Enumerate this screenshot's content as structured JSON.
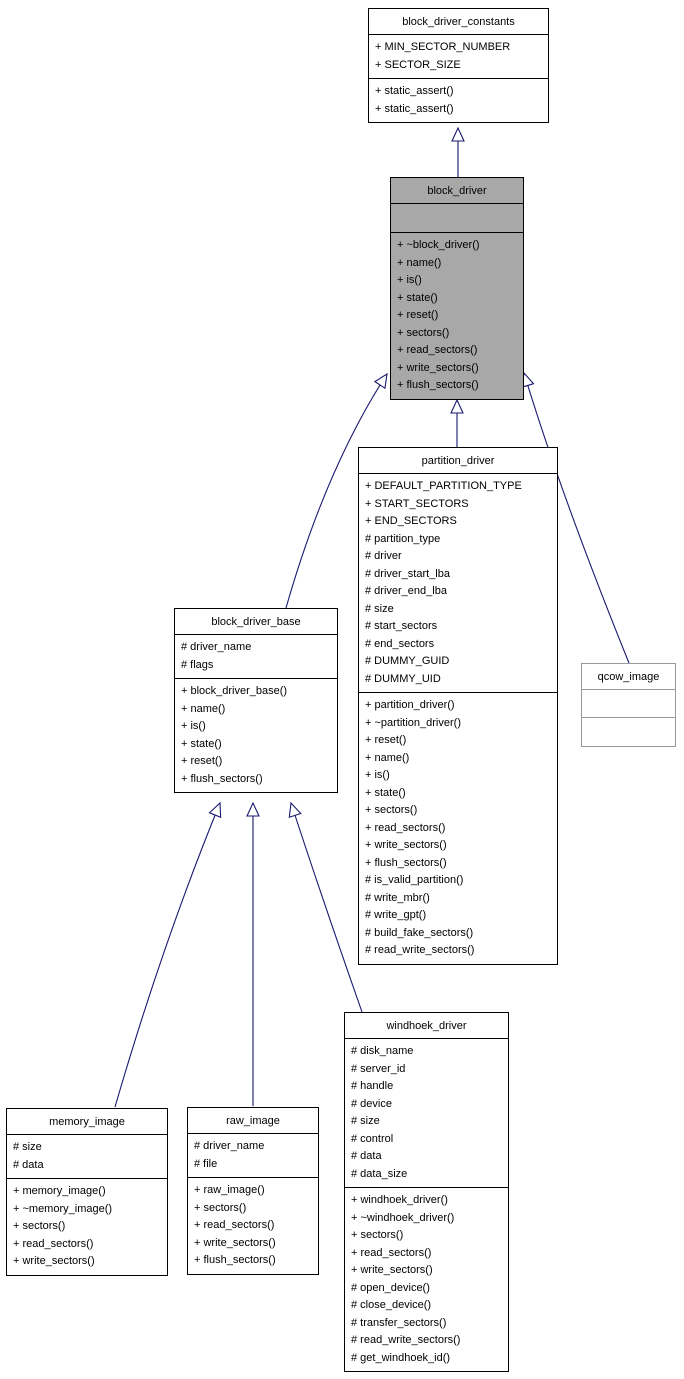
{
  "diagram": {
    "kind": "uml-class-inheritance",
    "colors": {
      "highlight_fill": "#a8a8a8",
      "box_fill": "#ffffff",
      "border": "#000000",
      "external_border": "#9a9a9a",
      "edge": "#191970"
    },
    "classes": [
      {
        "id": "block_driver_constants",
        "name": "block_driver_constants",
        "attributes": [
          "+ MIN_SECTOR_NUMBER",
          "+ SECTOR_SIZE"
        ],
        "methods": [
          "+ static_assert()",
          "+ static_assert()"
        ]
      },
      {
        "id": "block_driver",
        "name": "block_driver",
        "attributes": [],
        "methods": [
          "+ ~block_driver()",
          "+ name()",
          "+ is()",
          "+ state()",
          "+ reset()",
          "+ sectors()",
          "+ read_sectors()",
          "+ write_sectors()",
          "+ flush_sectors()"
        ]
      },
      {
        "id": "partition_driver",
        "name": "partition_driver",
        "attributes": [
          "+ DEFAULT_PARTITION_TYPE",
          "+ START_SECTORS",
          "+ END_SECTORS",
          "# partition_type",
          "# driver",
          "# driver_start_lba",
          "# driver_end_lba",
          "# size",
          "# start_sectors",
          "# end_sectors",
          "# DUMMY_GUID",
          "# DUMMY_UID"
        ],
        "methods": [
          "+ partition_driver()",
          "+ ~partition_driver()",
          "+ reset()",
          "+ name()",
          "+ is()",
          "+ state()",
          "+ sectors()",
          "+ read_sectors()",
          "+ write_sectors()",
          "+ flush_sectors()",
          "# is_valid_partition()",
          "# write_mbr()",
          "# write_gpt()",
          "# build_fake_sectors()",
          "# read_write_sectors()"
        ]
      },
      {
        "id": "block_driver_base",
        "name": "block_driver_base",
        "attributes": [
          "# driver_name",
          "# flags"
        ],
        "methods": [
          "+ block_driver_base()",
          "+ name()",
          "+ is()",
          "+ state()",
          "+ reset()",
          "+ flush_sectors()"
        ]
      },
      {
        "id": "qcow_image",
        "name": "qcow_image",
        "attributes": [],
        "methods": []
      },
      {
        "id": "memory_image",
        "name": "memory_image",
        "attributes": [
          "# size",
          "# data"
        ],
        "methods": [
          "+ memory_image()",
          "+ ~memory_image()",
          "+ sectors()",
          "+ read_sectors()",
          "+ write_sectors()"
        ]
      },
      {
        "id": "raw_image",
        "name": "raw_image",
        "attributes": [
          "# driver_name",
          "# file"
        ],
        "methods": [
          "+ raw_image()",
          "+ sectors()",
          "+ read_sectors()",
          "+ write_sectors()",
          "+ flush_sectors()"
        ]
      },
      {
        "id": "windhoek_driver",
        "name": "windhoek_driver",
        "attributes": [
          "# disk_name",
          "# server_id",
          "# handle",
          "# device",
          "# size",
          "# control",
          "# data",
          "# data_size"
        ],
        "methods": [
          "+ windhoek_driver()",
          "+ ~windhoek_driver()",
          "+ sectors()",
          "+ read_sectors()",
          "+ write_sectors()",
          "# open_device()",
          "# close_device()",
          "# transfer_sectors()",
          "# read_write_sectors()",
          "# get_windhoek_id()"
        ]
      }
    ],
    "edges": [
      {
        "from": "block_driver",
        "to": "block_driver_constants",
        "type": "inheritance"
      },
      {
        "from": "partition_driver",
        "to": "block_driver",
        "type": "inheritance"
      },
      {
        "from": "block_driver_base",
        "to": "block_driver",
        "type": "inheritance"
      },
      {
        "from": "qcow_image",
        "to": "block_driver",
        "type": "inheritance"
      },
      {
        "from": "memory_image",
        "to": "block_driver_base",
        "type": "inheritance"
      },
      {
        "from": "raw_image",
        "to": "block_driver_base",
        "type": "inheritance"
      },
      {
        "from": "windhoek_driver",
        "to": "block_driver_base",
        "type": "inheritance"
      }
    ]
  }
}
